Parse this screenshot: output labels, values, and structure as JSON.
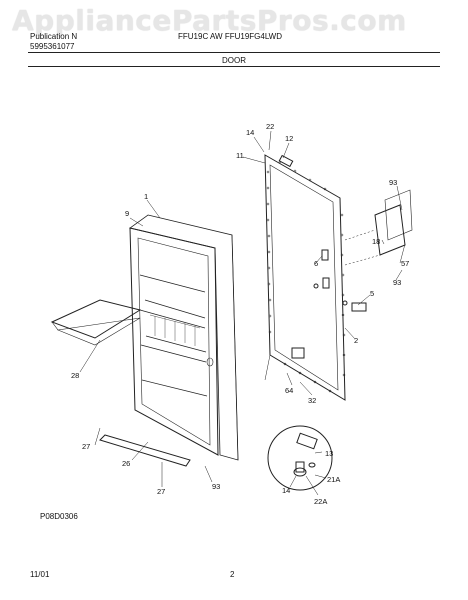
{
  "watermark": "AppliancePartsPros.com",
  "header": {
    "left_line1": "Publication N",
    "left_line2": "5995361077",
    "models": "FFU19C AW   FFU19FG4LWD",
    "section": "DOOR"
  },
  "callouts": [
    "14",
    "22",
    "12",
    "11",
    "93",
    "1",
    "9",
    "18",
    "6",
    "57",
    "93",
    "5",
    "2",
    "28",
    "64",
    "32",
    "27",
    "26",
    "13",
    "21A",
    "14",
    "22A",
    "27",
    "93"
  ],
  "footer": {
    "figure_code": "P08D0306",
    "date": "11/01",
    "page": "2"
  }
}
